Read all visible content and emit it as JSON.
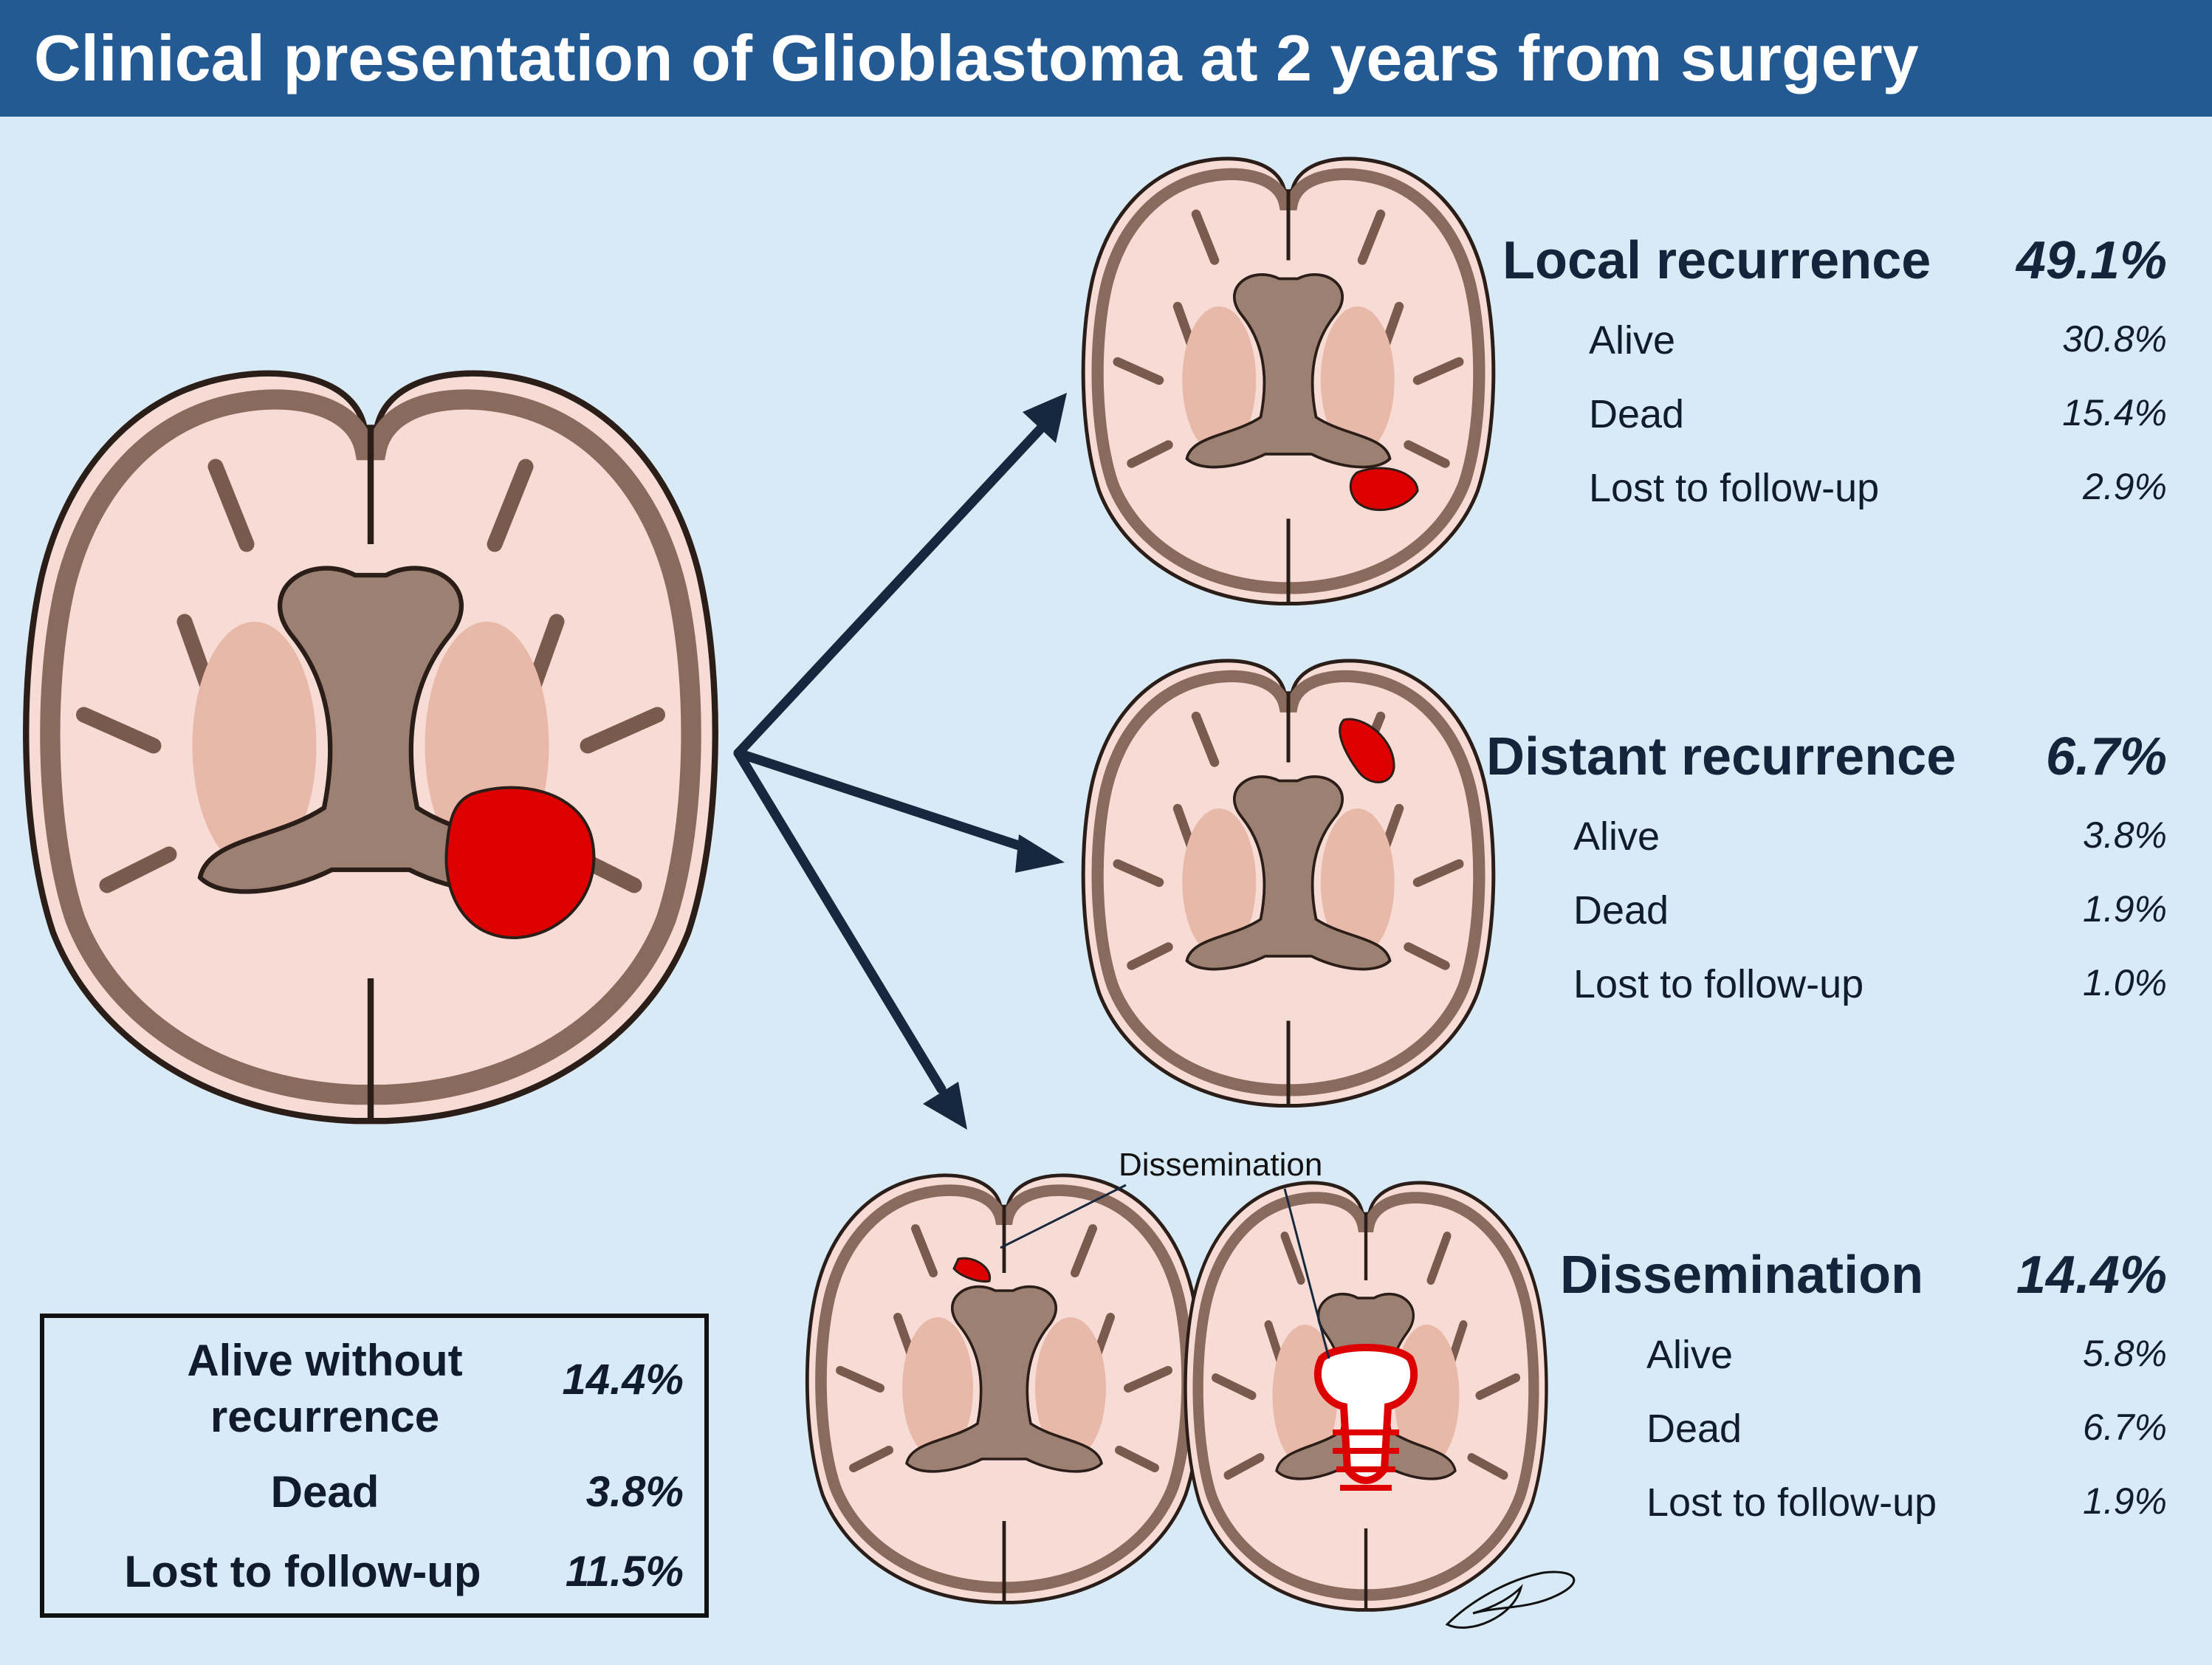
{
  "title": "Clinical presentation of Glioblastoma at 2 years from surgery",
  "colors": {
    "banner": "#245a94",
    "background": "#d9eaf7",
    "tumor": "#dd0000",
    "brain": "#f7dcd6",
    "ventricle": "#9c8173",
    "arrow": "#16283d"
  },
  "icons": [
    "brain-axial-icon",
    "tumor-icon",
    "arrow-icon"
  ],
  "local": {
    "title": "Local recurrence",
    "value": "49.1%",
    "rows": [
      {
        "label": "Alive",
        "value": "30.8%"
      },
      {
        "label": "Dead",
        "value": "15.4%"
      },
      {
        "label": "Lost to follow-up",
        "value": "2.9%"
      }
    ]
  },
  "distant": {
    "title": "Distant recurrence",
    "value": "6.7%",
    "rows": [
      {
        "label": "Alive",
        "value": "3.8%"
      },
      {
        "label": "Dead",
        "value": "1.9%"
      },
      {
        "label": "Lost to follow-up",
        "value": "1.0%"
      }
    ]
  },
  "dissemination": {
    "title": "Dissemination",
    "value": "14.4%",
    "callout": "Dissemination",
    "rows": [
      {
        "label": "Alive",
        "value": "5.8%"
      },
      {
        "label": "Dead",
        "value": "6.7%"
      },
      {
        "label": "Lost to follow-up",
        "value": "1.9%"
      }
    ]
  },
  "no_recurrence": {
    "rows": [
      {
        "label": "Alive without recurrence",
        "value": "14.4%"
      },
      {
        "label": "Dead",
        "value": "3.8%"
      },
      {
        "label": "Lost to follow-up",
        "value": "11.5%"
      }
    ]
  }
}
